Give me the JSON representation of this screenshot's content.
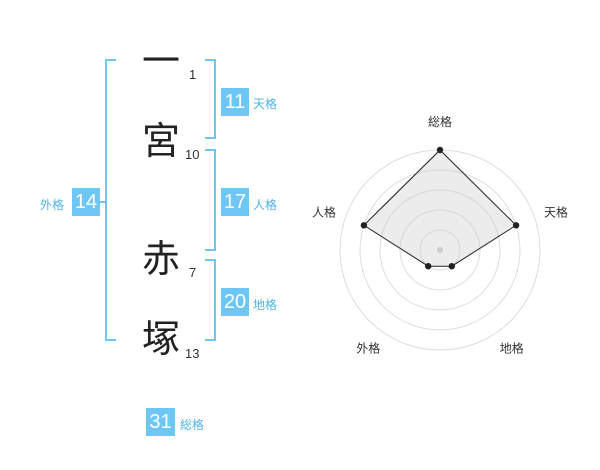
{
  "characters": [
    {
      "kanji": "一",
      "strokes": "1"
    },
    {
      "kanji": "宮",
      "strokes": "10"
    },
    {
      "kanji": "赤",
      "strokes": "7"
    },
    {
      "kanji": "塚",
      "strokes": "13"
    }
  ],
  "fortunes": {
    "tenkaku": {
      "value": "11",
      "label": "天格"
    },
    "jinkaku": {
      "value": "17",
      "label": "人格"
    },
    "chikaku": {
      "value": "20",
      "label": "地格"
    },
    "gaikaku": {
      "value": "14",
      "label": "外格"
    },
    "soukaku": {
      "value": "31",
      "label": "総格"
    }
  },
  "colors": {
    "accent": "#6ec6f5",
    "bracket": "#6ec6f5",
    "polygon_fill": "#eeeeee"
  },
  "chart_data": {
    "type": "radar",
    "axes": [
      "総格",
      "天格",
      "地格",
      "外格",
      "人格"
    ],
    "scale_max": 5,
    "rings": 5,
    "values": [
      5,
      4,
      1,
      1,
      4
    ]
  }
}
